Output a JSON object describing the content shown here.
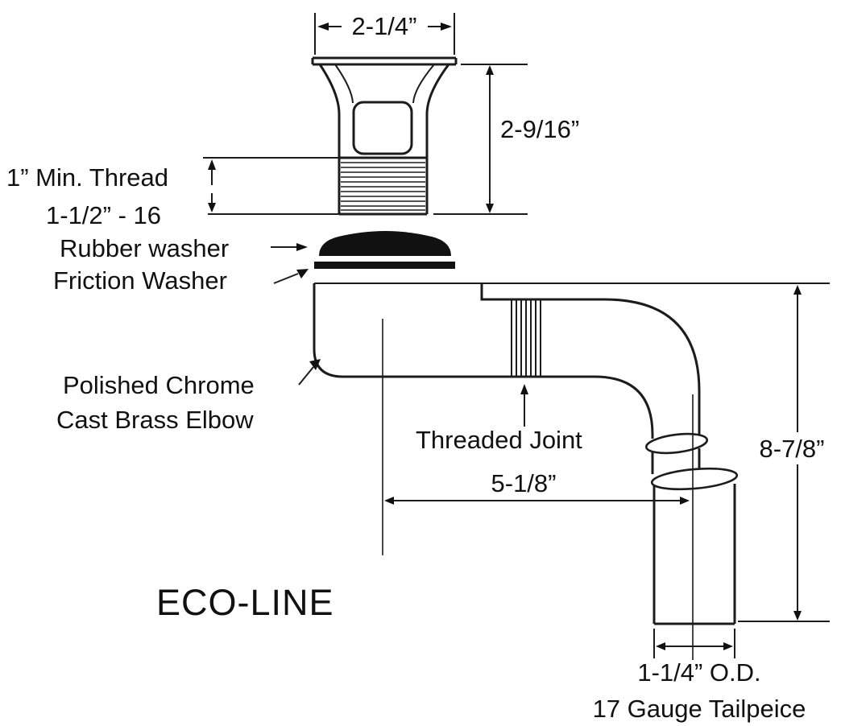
{
  "diagram": {
    "brand": "ECO-LINE",
    "dimensions": {
      "flange_width": "2-1/4”",
      "body_height": "2-9/16”",
      "min_thread": "1” Min. Thread",
      "thread_spec": "1-1/2” - 16",
      "horizontal_span": "5-1/8”",
      "overall_height": "8-7/8”",
      "outer_diameter": "1-1/4” O.D."
    },
    "labels": {
      "rubber_washer": "Rubber washer",
      "friction_washer": "Friction Washer",
      "elbow_line1": "Polished Chrome",
      "elbow_line2": "Cast Brass Elbow",
      "threaded_joint": "Threaded Joint",
      "tailpiece": "17 Gauge Tailpeice"
    },
    "colors": {
      "ink": "#1c1c1c",
      "paper": "#ffffff"
    }
  }
}
